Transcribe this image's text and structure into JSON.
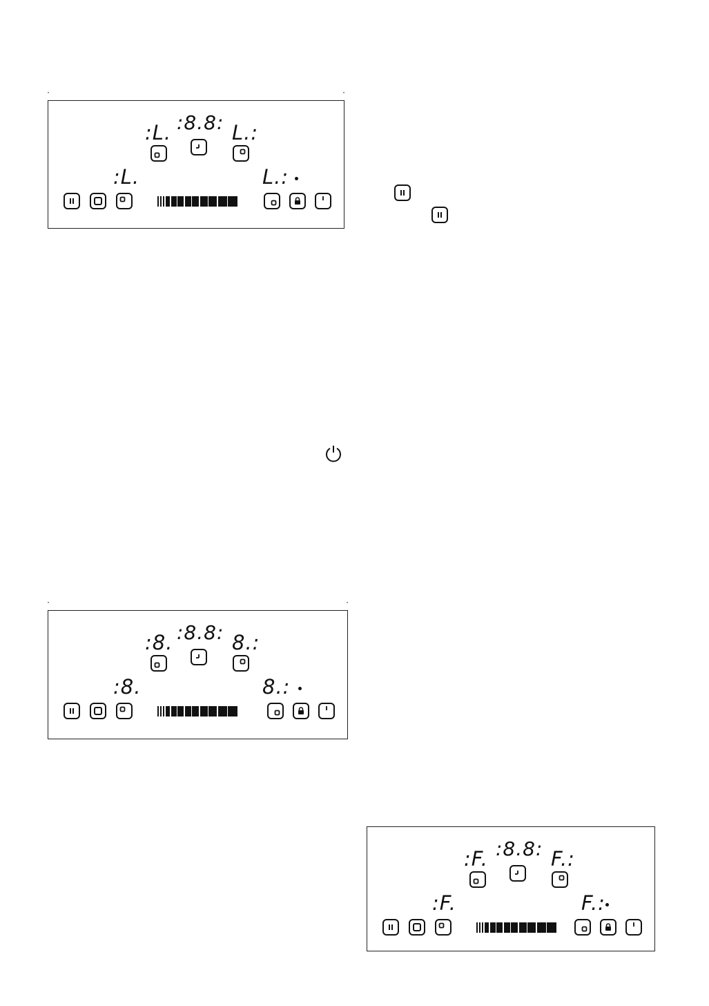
{
  "panels": [
    {
      "id": "panel-1",
      "zone_front_left": ":L.",
      "zone_rear_left": ":L.",
      "timer": ":8.8:",
      "zone_rear_right": "L.:",
      "zone_front_right": "L.:"
    },
    {
      "id": "panel-2",
      "zone_front_left": ":8.",
      "zone_rear_left": ":8.",
      "timer": ":8.8:",
      "zone_rear_right": "8.:",
      "zone_front_right": "8.:"
    },
    {
      "id": "panel-3",
      "zone_front_left": ":F.",
      "zone_rear_left": ":F.",
      "timer": ":8.8:",
      "zone_rear_right": "F.:",
      "zone_front_right": "F.:"
    }
  ],
  "icons": {
    "pause": "pause-icon",
    "stop_go": "square-icon",
    "zone_front_left": "zone-front-left-icon",
    "zone_rear_left": "zone-rear-left-icon",
    "timer": "timer-icon",
    "zone_rear_right": "zone-rear-right-icon",
    "zone_front_right": "zone-front-right-icon",
    "lock": "lock-icon",
    "power": "power-icon"
  }
}
